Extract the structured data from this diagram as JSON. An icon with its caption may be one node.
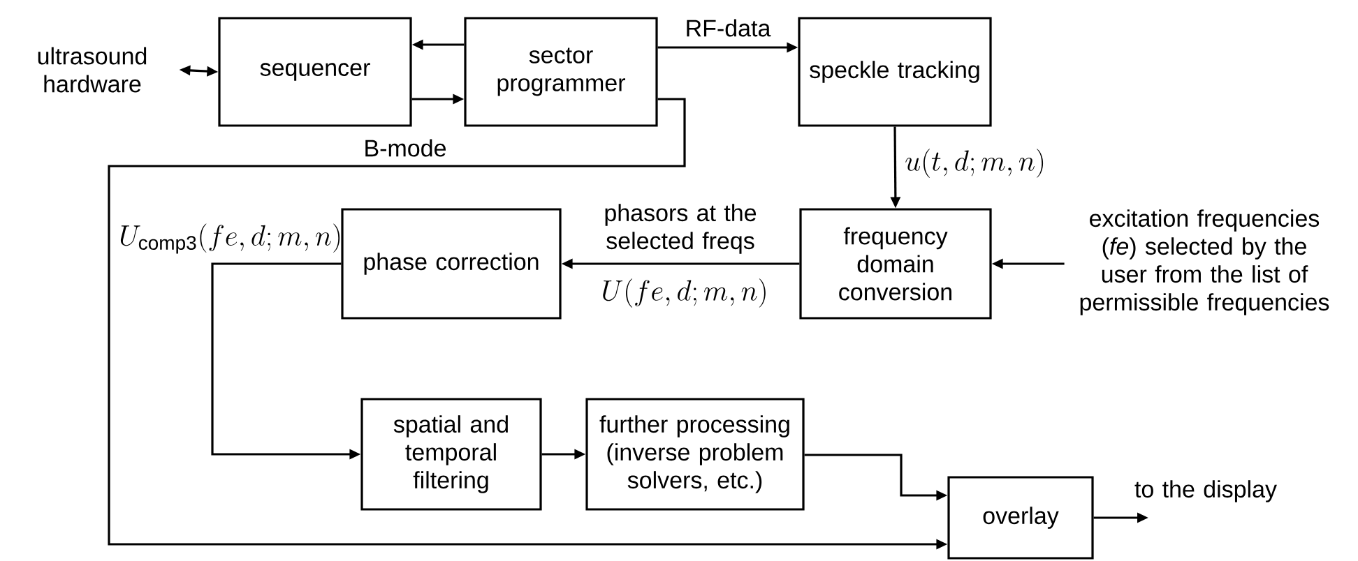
{
  "diagram": {
    "nodes": [
      {
        "text": [
          "ultrasound hardware"
        ]
      },
      {
        "text": [
          "sequencer"
        ]
      },
      {
        "text": [
          "sector programmer"
        ]
      },
      {
        "text": [
          "speckle tracking"
        ]
      },
      {
        "text": [
          "frequency domain conversion"
        ]
      },
      {
        "text": [
          "excitation frequencies (*fe*) selected by the user from the list of permissible frequencies"
        ]
      },
      {
        "text": [
          "phase correction"
        ]
      },
      {
        "text": [
          "spatial and temporal filtering"
        ]
      },
      {
        "text": [
          "further processing (inverse problem solvers, etc.)"
        ]
      },
      {
        "text": [
          "overlay"
        ]
      }
    ],
    "edges": [
      {
        "from": 0,
        "to": 1,
        "arrow": "both"
      },
      {
        "from": 2,
        "to": 1,
        "arrow": "to"
      },
      {
        "from": 1,
        "to": 2,
        "arrow": "to"
      },
      {
        "from": 2,
        "to": 3,
        "arrow": "to",
        "label": "RF-data"
      },
      {
        "from": 2,
        "to": 9,
        "arrow": "to",
        "label": "B-mode"
      },
      {
        "from": 3,
        "to": 4,
        "arrow": "to"
      },
      {
        "from": 5,
        "to": 4,
        "arrow": "to"
      },
      {
        "from": 4,
        "to": 6,
        "arrow": "to",
        "label": "phasors at the selected freqs"
      },
      {
        "from": 6,
        "to": 7,
        "arrow": "to"
      },
      {
        "from": 7,
        "to": 8,
        "arrow": "to"
      },
      {
        "from": 8,
        "to": 9,
        "arrow": "to"
      },
      {
        "from": 9,
        "to": null,
        "arrow": "to",
        "label": "to the display"
      }
    ],
    "labels": [
      "u(t,d;m,n)",
      "U(fe,d;m,n)",
      "U_{\\mathrm{comp3}}(fe,d;m,n)"
    ]
  }
}
